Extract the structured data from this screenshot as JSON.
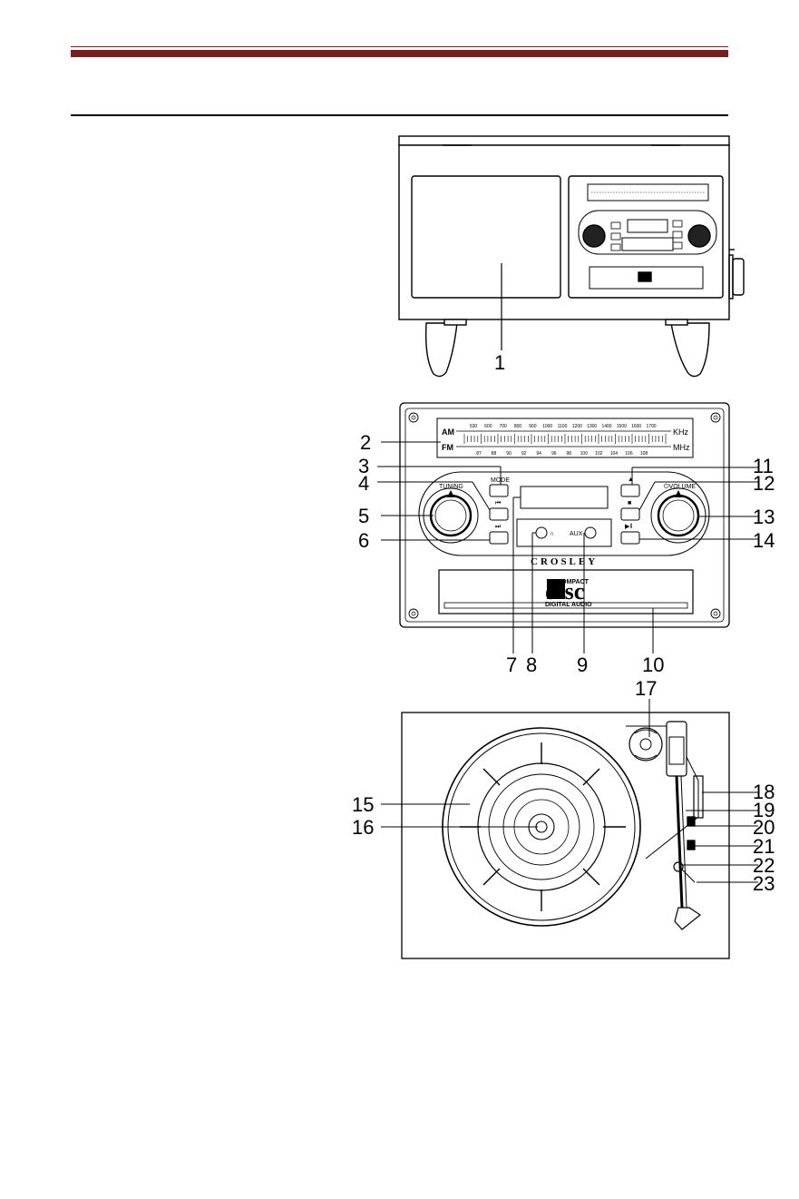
{
  "header": {
    "accent_color": "#7a1f1f"
  },
  "figure1": {
    "callouts": [
      "1"
    ]
  },
  "figure2": {
    "dial": {
      "am_label": "AM",
      "fm_label": "FM",
      "am_unit": "KHz",
      "fm_unit": "MHz",
      "am_scale": [
        "530",
        "600",
        "700",
        "800",
        "900",
        "1000",
        "1100",
        "1200",
        "1300",
        "1400",
        "1500",
        "1600",
        "1700"
      ],
      "fm_scale": [
        "87",
        "88",
        "90",
        "92",
        "94",
        "96",
        "98",
        "100",
        "102",
        "104",
        "106",
        "108"
      ]
    },
    "controls": {
      "tuning_label": "TUNING",
      "volume_label": "⏻VOLUME",
      "mode_label": "MODE",
      "aux_label": "AUX",
      "prev_symbol": "⏮",
      "next_symbol": "⏭",
      "eject_symbol": "▲",
      "stop_symbol": "■",
      "playpause_symbol": "▶‖",
      "headphone_symbol": "∩"
    },
    "brand": "CROSLEY",
    "disc_logo": {
      "top": "COMPACT",
      "big": "disc",
      "bottom": "DIGITAL AUDIO"
    },
    "callouts": [
      "2",
      "3",
      "4",
      "5",
      "6",
      "7",
      "8",
      "9",
      "10",
      "11",
      "12",
      "13",
      "14"
    ]
  },
  "figure3": {
    "callouts": [
      "15",
      "16",
      "17",
      "18",
      "19",
      "20",
      "21",
      "22",
      "23"
    ]
  }
}
